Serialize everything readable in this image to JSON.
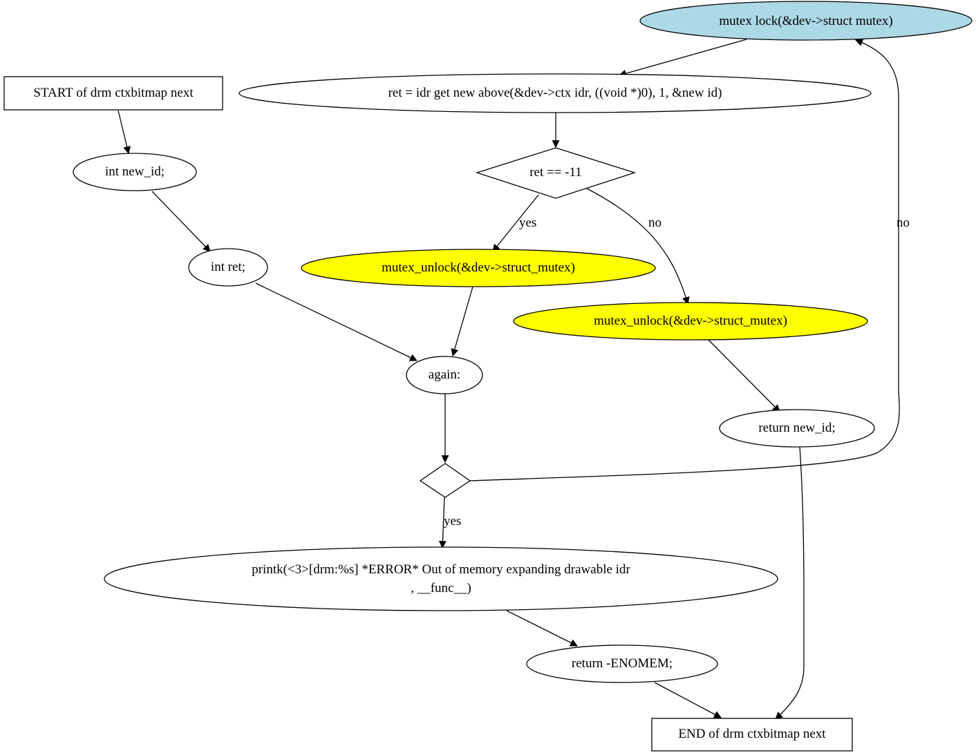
{
  "colors": {
    "start_node": "#add8e6",
    "unlock_node": "#ffff00",
    "default_node": "#ffffff",
    "stroke": "#000000"
  },
  "nodes": {
    "start": "START of drm  ctxbitmap  next",
    "new_id": "int new_id;",
    "ret": "int ret;",
    "again": "again:",
    "cond_empty": "",
    "printk_line1": "printk(<3>[drm:%s] *ERROR* Out of memory expanding drawable idr",
    "printk_line2": ", __func__)",
    "return_enomem": "return -ENOMEM;",
    "mutex_lock": "mutex  lock(&dev->struct  mutex)",
    "idr_get": "ret = idr  get  new  above(&dev->ctx  idr, ((void *)0), 1, &new  id)",
    "ret_check": "ret == -11",
    "unlock_yes": "mutex_unlock(&dev->struct_mutex)",
    "unlock_no": "mutex_unlock(&dev->struct_mutex)",
    "return_new_id": "return new_id;",
    "end": "END of drm  ctxbitmap  next"
  },
  "edge_labels": {
    "cond_yes": "yes",
    "cond_no": "no",
    "ret_yes": "yes",
    "ret_no": "no"
  }
}
